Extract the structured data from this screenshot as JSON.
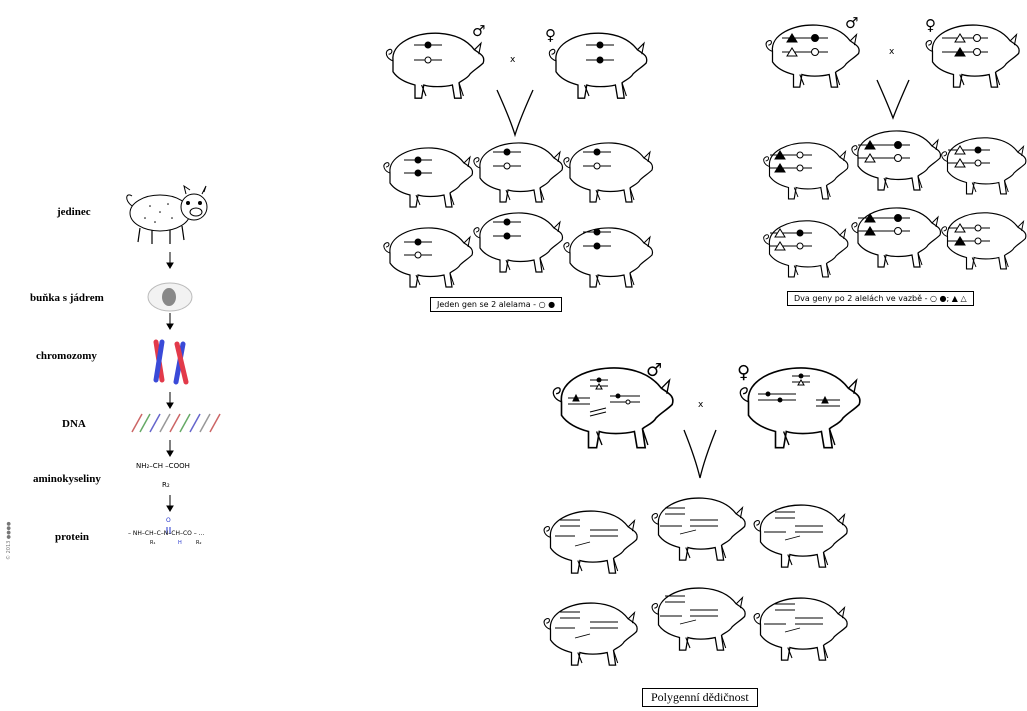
{
  "levels": {
    "individual": "jedinec",
    "cell": "buňka s jádrem",
    "chromosomes": "chromozomy",
    "dna": "DNA",
    "amino_acids": "aminokyseliny",
    "protein": "protein"
  },
  "chem": {
    "amino_acid": "NH₂–CH –COOH",
    "amino_r": "R₂",
    "protein_chain": "– NH–CH–C–N–CH–CO – ...",
    "protein_r1": "R₁",
    "protein_h": "H",
    "protein_r2": "R₂",
    "protein_o": "O"
  },
  "side_mark": "© 2013 ●●●●",
  "panels": {
    "single_gene": {
      "caption": "Jeden gen se 2 alelama - ○ ●",
      "cross": "x",
      "male": "♂",
      "female": "♀"
    },
    "linked_genes": {
      "caption": "Dva geny po 2 alelách ve vazbě - ○ ●; ▲ △",
      "cross": "x",
      "male": "♂",
      "female": "♀"
    },
    "polygenic": {
      "caption": "Polygenní dědičnost",
      "cross": "x",
      "male": "♂",
      "female": "♀"
    }
  },
  "colors": {
    "line": "#000000",
    "chromosome_red": "#e23a4a",
    "chromosome_blue": "#3a4ad8",
    "bond_blue": "#2233cc"
  }
}
